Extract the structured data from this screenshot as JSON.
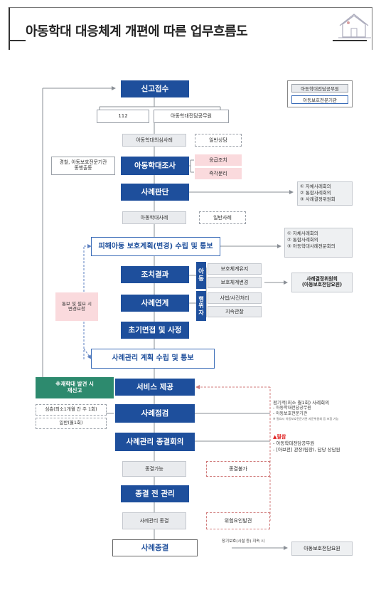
{
  "header": {
    "title": "아동학대 대응체계 개편에 따른 업무흐름도"
  },
  "legend": {
    "items": [
      "아동학대전담공무원",
      "아동보호전문기관"
    ]
  },
  "flow": {
    "report": "신고접수",
    "report_subs": [
      "112",
      "아동학대전담공무원"
    ],
    "case_types": [
      "아동학대의심사례",
      "일반상담"
    ],
    "police_note": "경찰, 아동보호전문기관\n동행출동",
    "investigation": "아동학대조사",
    "investigation_actions": [
      "응급조치",
      "즉각분리"
    ],
    "judgment": "사례판단",
    "judgment_notes": [
      "① 자체사례회의",
      "② 통합사례회의",
      "③ 사례결정위원회"
    ],
    "judgment_results": [
      "아동학대사례",
      "일반사례"
    ],
    "protection_plan": "피해아동 보호계획(변경) 수립 및 통보",
    "plan_notes": [
      "① 자체사례회의",
      "② 통합사례회의",
      "③ 아동학대사례전문회의"
    ],
    "action_result": "조치결과",
    "case_link": "사례연계",
    "child_label": "아동",
    "perpetrator_label": "행위자",
    "child_options": [
      "보호체계유지",
      "보호체계변경"
    ],
    "perpetrator_options": [
      "사법/사건처리",
      "지속관찰"
    ],
    "committee_note": "사례결정위원회\n(아동보호전담요원)",
    "notify_note": "통보 및 필요 시\n변경요청",
    "initial_interview": "초기면접 및 사정",
    "case_plan": "사례관리 계획 수립 및 통보",
    "reabuse": "※재학대 발견 시\n재신고",
    "service": "서비스 제공",
    "case_check": "사례점검",
    "check_freq": [
      "심층(최소1개월 간 주 1회)",
      "일반(월1회)"
    ],
    "check_notes": [
      "정기적(최소 월1회) 사례회의",
      "- 아동학대전담공무원",
      "- 아동보호전문기관",
      "※ 필요시 아동보호전문기관 자문위원회 등 포함 가능"
    ],
    "closing_meeting": "사례관리 종결회의",
    "closing_warning": "▲필참",
    "closing_notes": [
      "- 아동학대전담공무원",
      "- [아보전] 관장(팀장), 담당 상담원"
    ],
    "closing_results": [
      "종결가능",
      "종결불가"
    ],
    "pre_closing": "종결 전 관리",
    "pre_closing_results": [
      "사례관리 종결",
      "위험요인발견"
    ],
    "final": "사례종결",
    "final_note": "장기보호(시설 등) 지속 시",
    "final_target": "아동보호전담요원"
  },
  "colors": {
    "primary": "#1e4f9c",
    "secondary_outline": "#3a6cb8",
    "alert": "#2d8a6e",
    "pink_fill": "#fadadd",
    "dashed_red": "#d07b7b",
    "warning": "#e02020"
  }
}
